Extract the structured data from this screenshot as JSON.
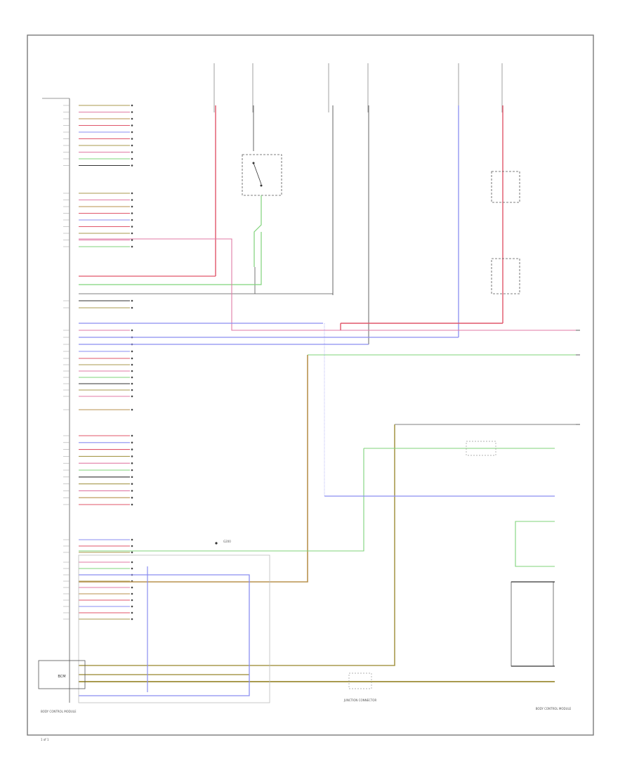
{
  "diagram": {
    "footer_label": "1 of 1",
    "ground_label": "G200",
    "module_label": "BCM",
    "bottom_center_component": "JUNCTION CONNECTOR",
    "bottom_right_component": "BODY CONTROL MODULE",
    "bottom_left_component": "BODY CONTROL MODULE",
    "wire_colors": {
      "red": "#e0566a",
      "pink": "#e07aa5",
      "green": "#7fd37a",
      "blue": "#8a8ef0",
      "olive": "#a89a4e",
      "brown": "#b8924e",
      "dark": "#333333",
      "gray": "#8c8c8c"
    }
  }
}
